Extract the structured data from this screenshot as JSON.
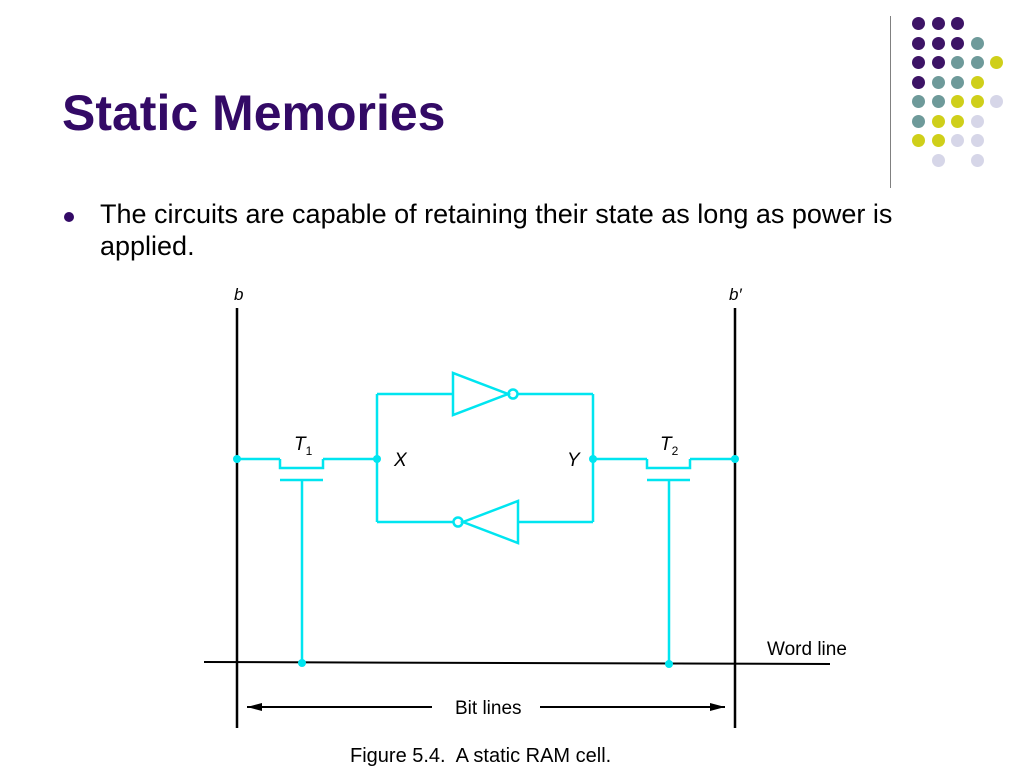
{
  "slide": {
    "title": "Static Memories",
    "bullet": "The circuits are capable of retaining their state as long as power is applied."
  },
  "colors": {
    "title": "#330a66",
    "wire": "#00e5f0",
    "line": "#000000",
    "dot_palette": [
      "#3d1466",
      "#6e9a9a",
      "#cfcf1a",
      "#d6d6e8"
    ]
  },
  "diagram": {
    "bitline_left": "b",
    "bitline_right": "b′",
    "transistor_left": "T",
    "transistor_left_sub": "1",
    "transistor_right": "T",
    "transistor_right_sub": "2",
    "node_x": "X",
    "node_y": "Y",
    "word_line": "Word line",
    "bit_lines": "Bit lines",
    "caption": "Figure 5.4.  A static RAM cell."
  }
}
